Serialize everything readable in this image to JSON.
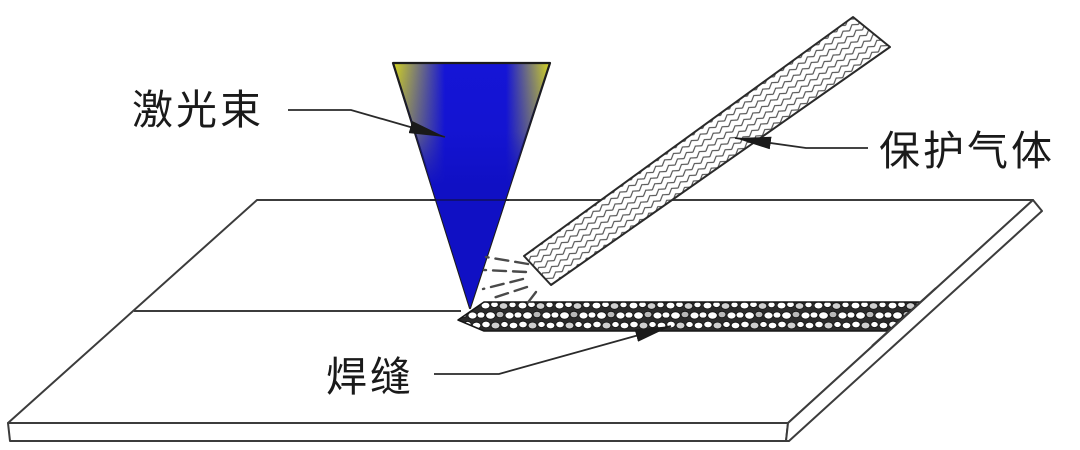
{
  "diagram": {
    "type": "laser-welding-schematic",
    "background": "#ffffff",
    "labels": {
      "laser_beam": "激光束",
      "shielding_gas": "保护气体",
      "weld_seam": "焊缝"
    },
    "colors": {
      "laser_blue": "#1515d6",
      "laser_blue_deep": "#1010c4",
      "laser_yellow": "#d6d61e",
      "outline": "#333333",
      "seam_dark": "#2b2b2b",
      "text": "#1a1a1a",
      "plate": "#ffffff"
    }
  }
}
